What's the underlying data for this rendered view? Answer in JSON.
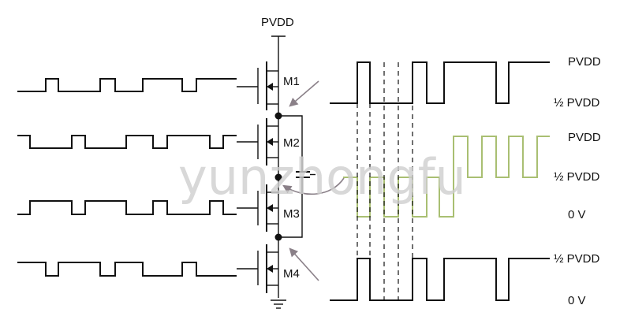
{
  "labels": {
    "supply_top": "PVDD",
    "m1": "M1",
    "m2": "M2",
    "m3": "M3",
    "m4": "M4",
    "r1": "PVDD",
    "r2": "½ PVDD",
    "r3": "PVDD",
    "r4": "½ PVDD",
    "r5": "0 V",
    "r6": "½ PVDD",
    "r7": "0 V"
  },
  "watermark": "yunzhongfu",
  "colors": {
    "line": "#111111",
    "flying_cap_wave": "#a9bf72",
    "arrow": "#8a8088"
  }
}
